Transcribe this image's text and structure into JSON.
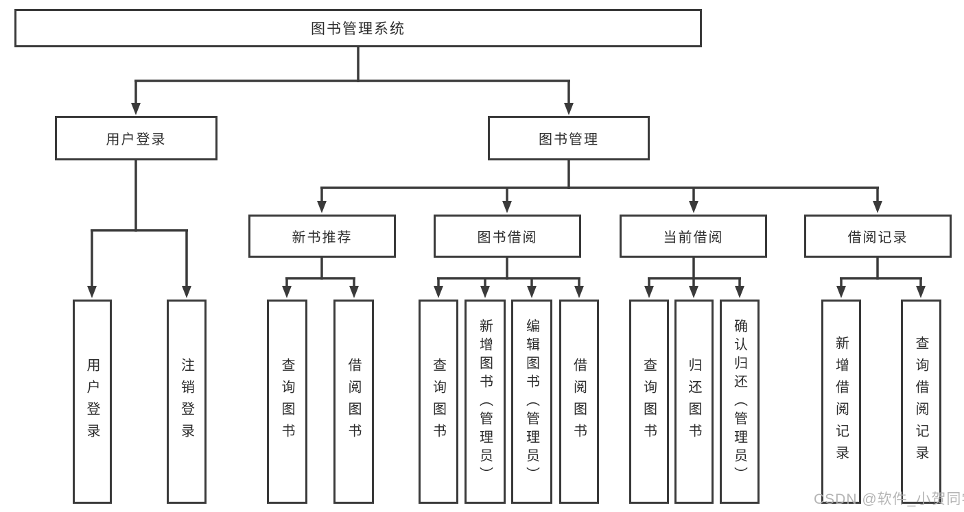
{
  "tree": {
    "root": "图书管理系统",
    "children": [
      {
        "label": "用户登录",
        "children": [
          "用户登录",
          "注销登录"
        ]
      },
      {
        "label": "图书管理",
        "children": [
          {
            "label": "新书推荐",
            "children": [
              "查询图书",
              "借阅图书"
            ]
          },
          {
            "label": "图书借阅",
            "children": [
              "查询图书",
              "新增图书（管理员）",
              "编辑图书（管理员）",
              "借阅图书"
            ]
          },
          {
            "label": "当前借阅",
            "children": [
              "查询图书",
              "归还图书",
              "确认归还（管理员）"
            ]
          },
          {
            "label": "借阅记录",
            "children": [
              "新增借阅记录",
              "查询借阅记录"
            ]
          }
        ]
      }
    ]
  },
  "watermark": {
    "text": "CSDN @软件_小贺同学"
  },
  "colors": {
    "line": "#3a3a3a",
    "box_border": "#3a3a3a",
    "box_background": "#ffffff",
    "text": "#2d2d2d",
    "watermark": "#aeaeae"
  }
}
